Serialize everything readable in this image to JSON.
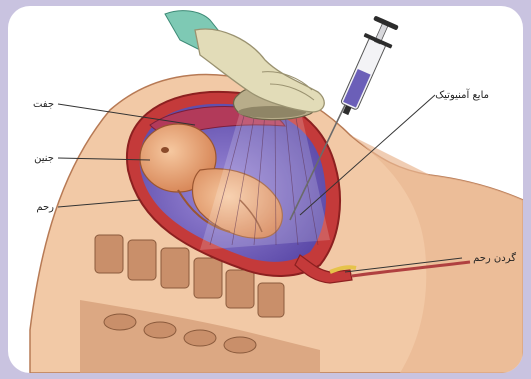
{
  "labels": {
    "placenta": "جفت",
    "fetus": "جنین",
    "uterus": "رحم",
    "amniotic_fluid": "مایع آمنیوتیک",
    "cervix": "گردن رحم"
  },
  "icons": {
    "syringe": "syringe-icon",
    "ultrasound_probe": "ultrasound-probe-icon",
    "gloved_hand": "gloved-hand-icon"
  },
  "colors": {
    "frame_background": "#c9c3e0",
    "skin": "#f2c9a6",
    "uterus_wall": "#c43a3a",
    "amniotic_fluid": "#7a66c2",
    "fetus": "#e8a070",
    "glove": "#e2dcb8",
    "spine": "#c98f6a"
  }
}
